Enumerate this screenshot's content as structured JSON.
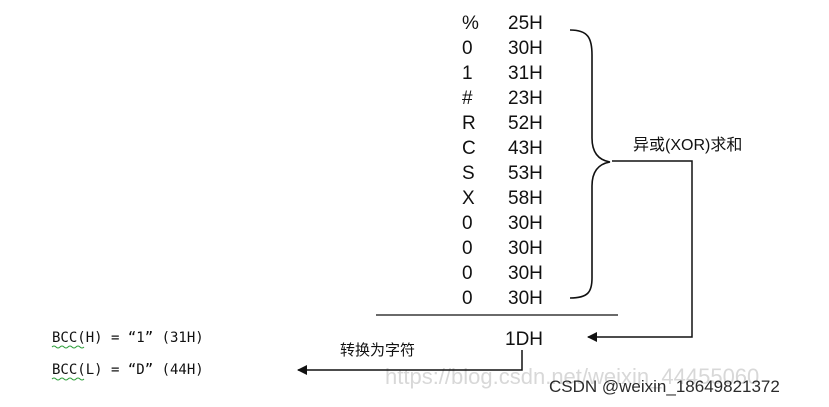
{
  "rows": [
    {
      "char": "%",
      "hex": "25H"
    },
    {
      "char": "0",
      "hex": "30H"
    },
    {
      "char": "1",
      "hex": "31H"
    },
    {
      "char": "#",
      "hex": "23H"
    },
    {
      "char": "R",
      "hex": "52H"
    },
    {
      "char": "C",
      "hex": "43H"
    },
    {
      "char": "S",
      "hex": "53H"
    },
    {
      "char": "X",
      "hex": "58H"
    },
    {
      "char": "0",
      "hex": "30H"
    },
    {
      "char": "0",
      "hex": "30H"
    },
    {
      "char": "0",
      "hex": "30H"
    },
    {
      "char": "0",
      "hex": "30H"
    }
  ],
  "xor_label": "异或(XOR)求和",
  "result": "1DH",
  "convert_label": "转换为字符",
  "bcc_high": "BCC(H) = “1” (31H)",
  "bcc_low": "BCC(L) = “D” (44H)",
  "watermark_faint": "https://blog.csdn.net/weixin_44455060",
  "watermark_credit": "CSDN @weixin_18649821372"
}
